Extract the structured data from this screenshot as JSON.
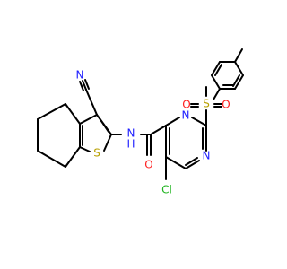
{
  "atoms": {
    "n_nitrile": {
      "text": "N",
      "color": "#2020ff"
    },
    "s_thiophene": {
      "text": "S",
      "color": "#b8a000"
    },
    "nh_amide": {
      "text": "N",
      "color": "#2020ff"
    },
    "h_amide": {
      "text": "H",
      "color": "#2020ff"
    },
    "o_amide": {
      "text": "O",
      "color": "#ff2020"
    },
    "n_pyrimidine_3": {
      "text": "N",
      "color": "#2020ff"
    },
    "n_pyrimidine_1": {
      "text": "N",
      "color": "#2020ff"
    },
    "s_sulfonyl": {
      "text": "S",
      "color": "#b8a000"
    },
    "o_sulfonyl_left": {
      "text": "O",
      "color": "#ff2020"
    },
    "o_sulfonyl_right": {
      "text": "O",
      "color": "#ff2020"
    },
    "cl": {
      "text": "Cl",
      "color": "#1db31d"
    }
  },
  "colors": {
    "bond": "#000000",
    "nitrogen": "#2020ff",
    "oxygen": "#ff2020",
    "sulfur": "#b8a000",
    "chlorine": "#1db31d"
  }
}
